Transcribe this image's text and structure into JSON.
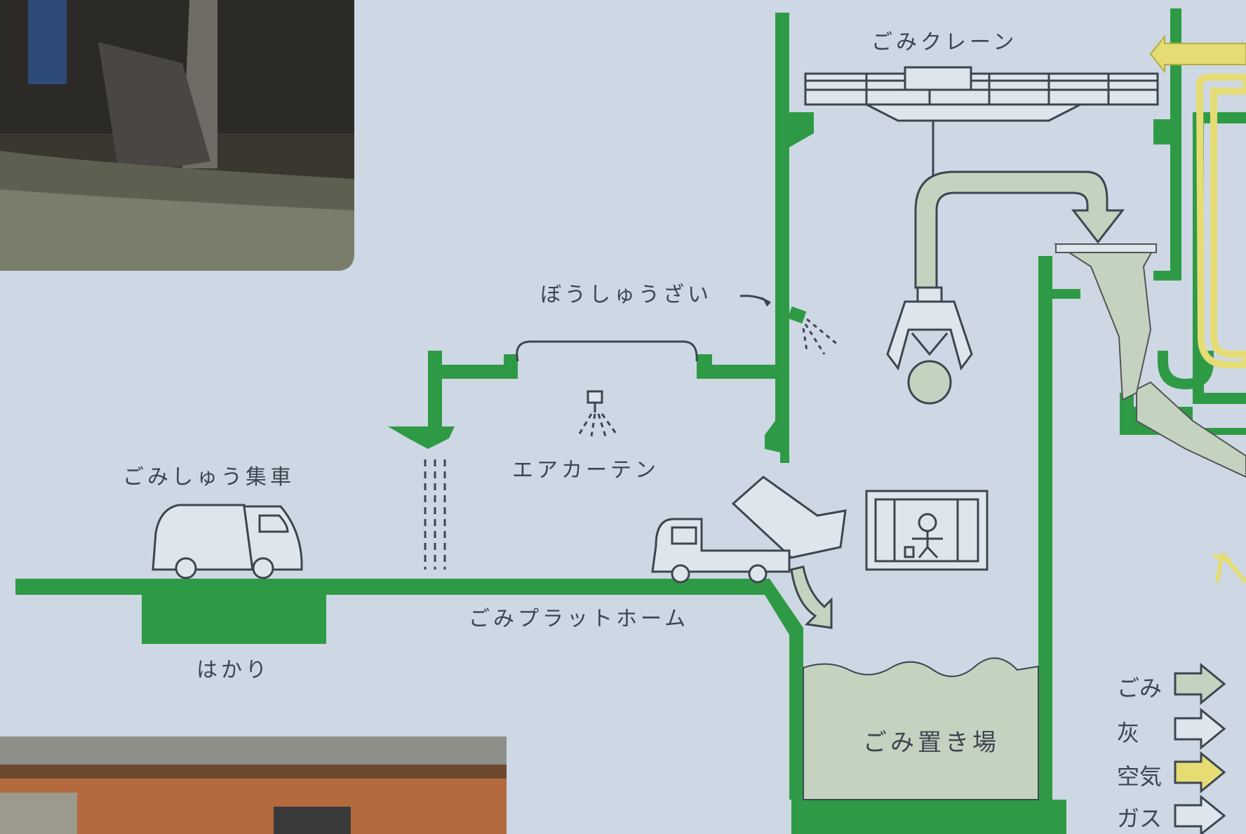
{
  "labels": {
    "garbage_crane": "ごみクレーン",
    "deodorant": "ぼうしゅうざい",
    "collection_truck": "ごみしゅう集車",
    "air_curtain": "エアカーテン",
    "platform": "ごみプラットホーム",
    "scale": "はかり",
    "garbage_pit": "ごみ置き場"
  },
  "legend": [
    {
      "label": "ごみ",
      "color": "#c4d2c0"
    },
    {
      "label": "灰",
      "color": "#dfe5ec"
    },
    {
      "label": "空気",
      "color": "#e6dc74"
    },
    {
      "label": "ガス",
      "color": "#dfe5ec"
    }
  ],
  "colors": {
    "structure": "#2f9a45",
    "background": "#cdd8e4",
    "garbage": "#c4d2c0",
    "air": "#e6dc74",
    "ink": "#3d4650"
  }
}
